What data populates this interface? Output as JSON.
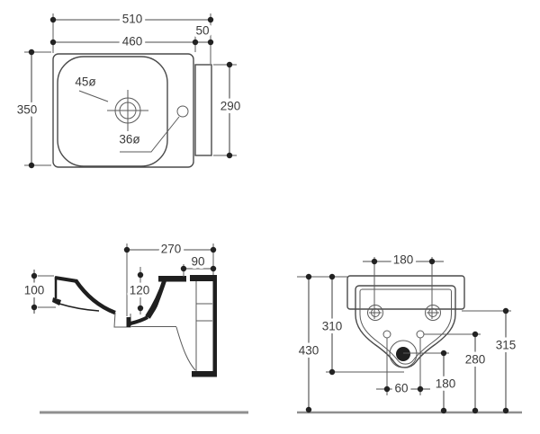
{
  "colors": {
    "line": "#4a4a4a",
    "text": "#3a3a3a",
    "ink": "#1f1f1f",
    "ground": "#8f8f8f",
    "background": "#ffffff"
  },
  "plan_view": {
    "dim_total_width": "510",
    "dim_basin_width": "460",
    "dim_side_shelf_width": "50",
    "dim_depth": "350",
    "dim_side_shelf_depth": "290",
    "label_drain_hole": "45ø",
    "label_tap_hole": "36ø"
  },
  "side_view": {
    "dim_drain_to_wall": "270",
    "dim_bracket_depth": "90",
    "dim_front_edge_height": "100",
    "dim_bowl_depth": "120"
  },
  "rear_view": {
    "dim_fixing_hole_spacing": "180",
    "dim_bracket_bottom_height": "310",
    "dim_overall_height": "430",
    "dim_fixing_hole_height": "315",
    "dim_small_hole_height": "280",
    "dim_drain_height": "180",
    "dim_drain_hole_offset": "60"
  }
}
